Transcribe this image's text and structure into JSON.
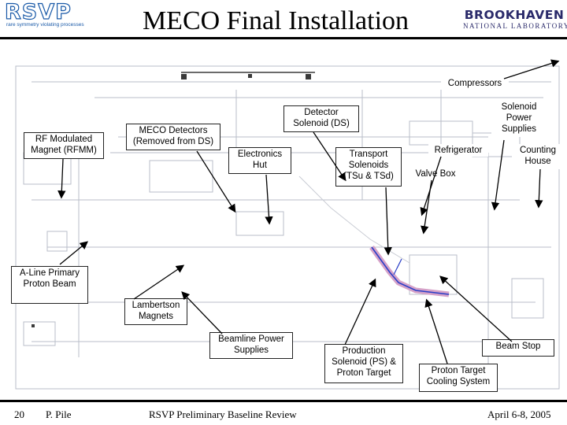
{
  "title": "MECO Final Installation",
  "logos": {
    "rsvp_word": "RSVP",
    "rsvp_tagline": "rare symmetry violating processes",
    "bnl_line1": "BROOKHAVEN",
    "bnl_line2": "NATIONAL LABORATORY"
  },
  "labels": {
    "compressors": "Compressors",
    "solenoid_power_supplies": "Solenoid Power Supplies",
    "detector_solenoid": "Detector Solenoid (DS)",
    "meco_detectors": "MECO Detectors (Removed from DS)",
    "rf_modulated_magnet": "RF Modulated Magnet (RFMM)",
    "electronics_hut": "Electronics Hut",
    "transport_solenoids": "Transport Solenoids (TSu & TSd)",
    "refrigerator": "Refrigerator",
    "valve_box": "Valve Box",
    "counting_house": "Counting House",
    "a_line_beam": "A-Line Primary Proton Beam",
    "lambertson_magnets": "Lambertson Magnets",
    "beamline_power_supplies": "Beamline Power Supplies",
    "production_solenoid": "Production Solenoid (PS) & Proton Target",
    "beam_stop": "Beam Stop",
    "proton_target_cooling": "Proton Target Cooling System"
  },
  "footer": {
    "page_number": "20",
    "author": "P. Pile",
    "event": "RSVP Preliminary Baseline Review",
    "date": "April 6-8, 2005"
  },
  "colors": {
    "logo_blue": "#1a5aa8",
    "bnl_navy": "#2a2a6a",
    "beamline_blue": "#2a3fc8",
    "beamline_pink": "#d6a2c8"
  }
}
